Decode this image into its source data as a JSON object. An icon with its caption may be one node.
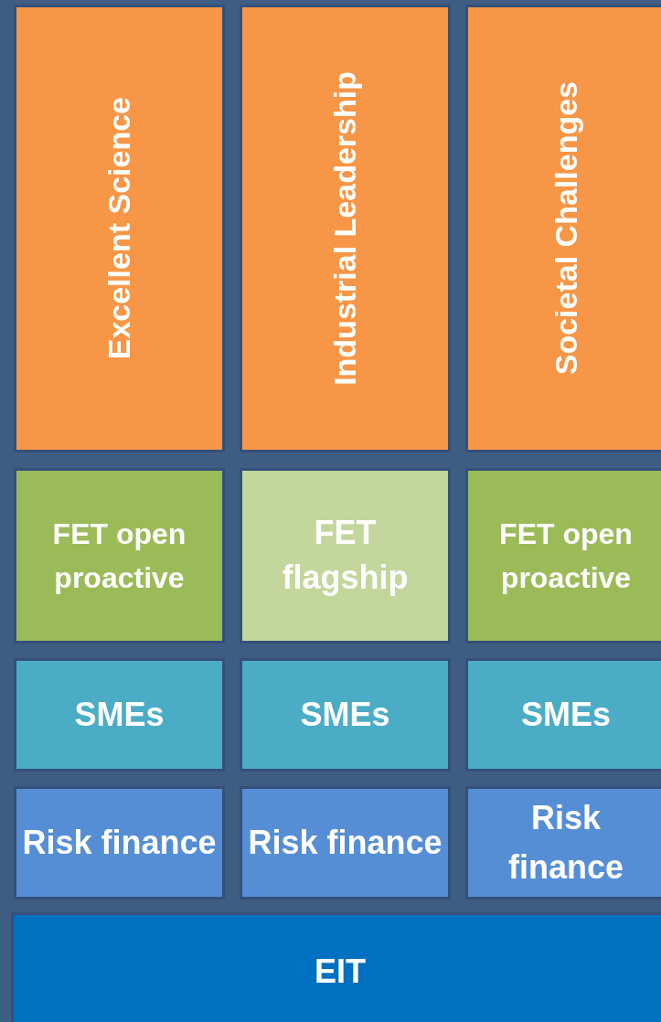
{
  "diagram": {
    "nodes": [
      {
        "text": [
          "Excellent Science"
        ]
      },
      {
        "text": [
          "Industrial Leadership"
        ]
      },
      {
        "text": [
          "Societal Challenges"
        ]
      },
      {
        "text": [
          "FET open proactive"
        ]
      },
      {
        "text": [
          "FET flagship"
        ]
      },
      {
        "text": [
          "FET open proactive"
        ]
      },
      {
        "text": [
          "SMEs"
        ]
      },
      {
        "text": [
          "SMEs"
        ]
      },
      {
        "text": [
          "SMEs"
        ]
      },
      {
        "text": [
          "Risk finance"
        ]
      },
      {
        "text": [
          "Risk finance"
        ]
      },
      {
        "text": [
          "Risk finance"
        ]
      },
      {
        "text": [
          "EIT"
        ]
      }
    ]
  }
}
